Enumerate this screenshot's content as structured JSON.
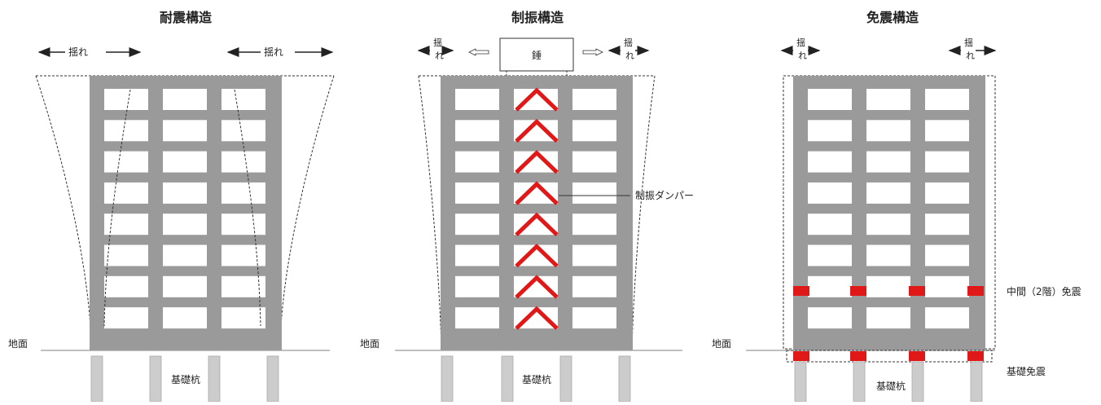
{
  "colors": {
    "frame": "#9a9a9a",
    "window": "#ffffff",
    "damper": "#e01818",
    "isolator": "#e01818",
    "pile": "#cccccc",
    "ground_line": "#9a9a9a",
    "outline": "#333333"
  },
  "panels": [
    {
      "title": "耐震構造",
      "sway_label": "揺れ",
      "ground_label": "地面",
      "pile_label": "基礎杭"
    },
    {
      "title": "制振構造",
      "sway_label_left": [
        "揺",
        "れ"
      ],
      "sway_label_right": [
        "揺",
        "れ"
      ],
      "weight_label": "錘",
      "damper_label": "制振ダンパー",
      "ground_label": "地面",
      "pile_label": "基礎杭"
    },
    {
      "title": "免震構造",
      "sway_label_left": [
        "揺",
        "れ"
      ],
      "sway_label_right": [
        "揺",
        "れ"
      ],
      "ground_label": "地面",
      "mid_isolation_label": "中間（2階）免震",
      "base_isolation_label": "基礎免震",
      "pile_label": "基礎杭"
    }
  ]
}
